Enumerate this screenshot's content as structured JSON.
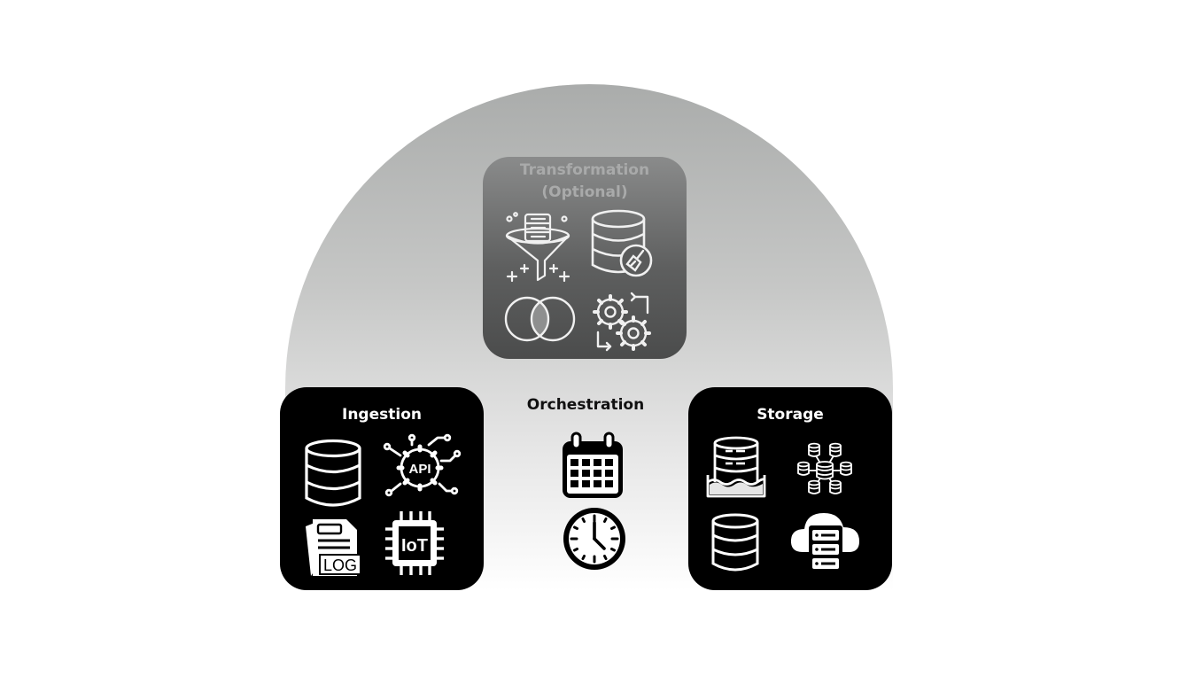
{
  "diagram": {
    "transformation": {
      "title_line1": "Transformation",
      "title_line2": "(Optional)"
    },
    "ingestion": {
      "title": "Ingestion",
      "log_label": "LOG",
      "api_label": "API",
      "iot_label": "IoT"
    },
    "orchestration": {
      "title": "Orchestration"
    },
    "storage": {
      "title": "Storage"
    }
  },
  "colors": {
    "dome_top": "#aaacab",
    "dome_bottom": "#ffffff",
    "dark_box": "#000000",
    "transformation_box": "#5e5f5f",
    "transformation_text": "#a9aaaa"
  },
  "icons": {
    "transformation": [
      "funnel-filter-icon",
      "database-clean-icon",
      "venn-overlap-icon",
      "gears-cycle-icon"
    ],
    "ingestion": [
      "database-icon",
      "api-network-icon",
      "log-file-icon",
      "iot-chip-icon"
    ],
    "orchestration": [
      "calendar-icon",
      "clock-icon"
    ],
    "storage": [
      "data-lake-icon",
      "distributed-database-icon",
      "database-icon",
      "cloud-server-icon"
    ]
  }
}
